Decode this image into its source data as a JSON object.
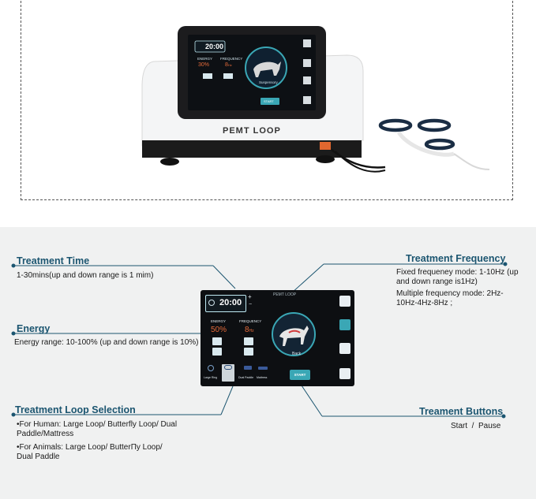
{
  "device": {
    "brand": "PEMT LOOP",
    "screen": {
      "timer": "20:00",
      "energy_label": "ENERGY",
      "energy_value": "30%",
      "frequency_label": "FREQUENCY",
      "frequency_value": "8",
      "frequency_unit": "Hz",
      "animal_label": "Suspensory",
      "start_label": "START"
    }
  },
  "callouts": {
    "treatment_time": {
      "title": "Treatment Time",
      "text": "1-30mins(up and down range is 1 mim)"
    },
    "energy": {
      "title": "Energy",
      "text": "Energy range: 10-100% (up and down range is 10%)"
    },
    "treatment_loop": {
      "title": "Treatment Loop Selection",
      "human": "For Human: Large Loop/ Butterfly Loop/ Dual Paddle/Mattress",
      "animals": "For Animals: Large Loop/ ButterПy Loop/ Dual Paddle"
    },
    "treatment_frequency": {
      "title": "Treatment Frequency",
      "fixed": "Fixed frequeney mode: 1-10Hz (up and down range is1Hz)",
      "multiple": "Multiple frequency mode: 2Hz-10Hz-4Hz-8Hz ;"
    },
    "treatment_buttons": {
      "title": "Treament Buttons",
      "text": "Start  /  Pause"
    }
  },
  "screen_detail": {
    "timer": "20:00",
    "energy_label": "ENERGY",
    "energy_value": "50%",
    "frequency_label": "FREQUENCY",
    "frequency_value": "8",
    "frequency_unit": "Hz",
    "animal_label": "Back",
    "start_label": "START",
    "brand": "PEMT LOOP",
    "loop_options": [
      "Large Ring",
      "",
      "Dual Paddle",
      "Mattress"
    ]
  },
  "colors": {
    "title": "#1b5570",
    "accent": "#3aa7b5",
    "energy_value": "#e46a3a"
  }
}
